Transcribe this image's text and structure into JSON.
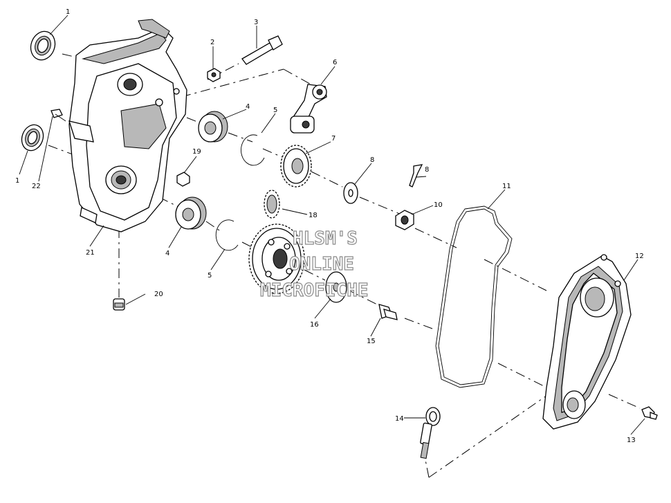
{
  "callouts": [
    {
      "id": "c1a",
      "text": "1"
    },
    {
      "id": "c1b",
      "text": "1"
    },
    {
      "id": "c2",
      "text": "2"
    },
    {
      "id": "c3",
      "text": "3"
    },
    {
      "id": "c4a",
      "text": "4"
    },
    {
      "id": "c4b",
      "text": "4"
    },
    {
      "id": "c5a",
      "text": "5"
    },
    {
      "id": "c5b",
      "text": "5"
    },
    {
      "id": "c6",
      "text": "6"
    },
    {
      "id": "c7",
      "text": "7"
    },
    {
      "id": "c8a",
      "text": "8"
    },
    {
      "id": "c8b",
      "text": "8"
    },
    {
      "id": "c10",
      "text": "10"
    },
    {
      "id": "c11",
      "text": "11"
    },
    {
      "id": "c12",
      "text": "12"
    },
    {
      "id": "c13",
      "text": "13"
    },
    {
      "id": "c14",
      "text": "14"
    },
    {
      "id": "c15",
      "text": "15"
    },
    {
      "id": "c16",
      "text": "16"
    },
    {
      "id": "c18",
      "text": "18"
    },
    {
      "id": "c19",
      "text": "19"
    },
    {
      "id": "c20",
      "text": "20"
    },
    {
      "id": "c21",
      "text": "21"
    },
    {
      "id": "c22",
      "text": "22"
    }
  ],
  "watermark": {
    "line1": "HLSM'S",
    "line2": "ONLINE",
    "line3": "MICROFICHE"
  }
}
